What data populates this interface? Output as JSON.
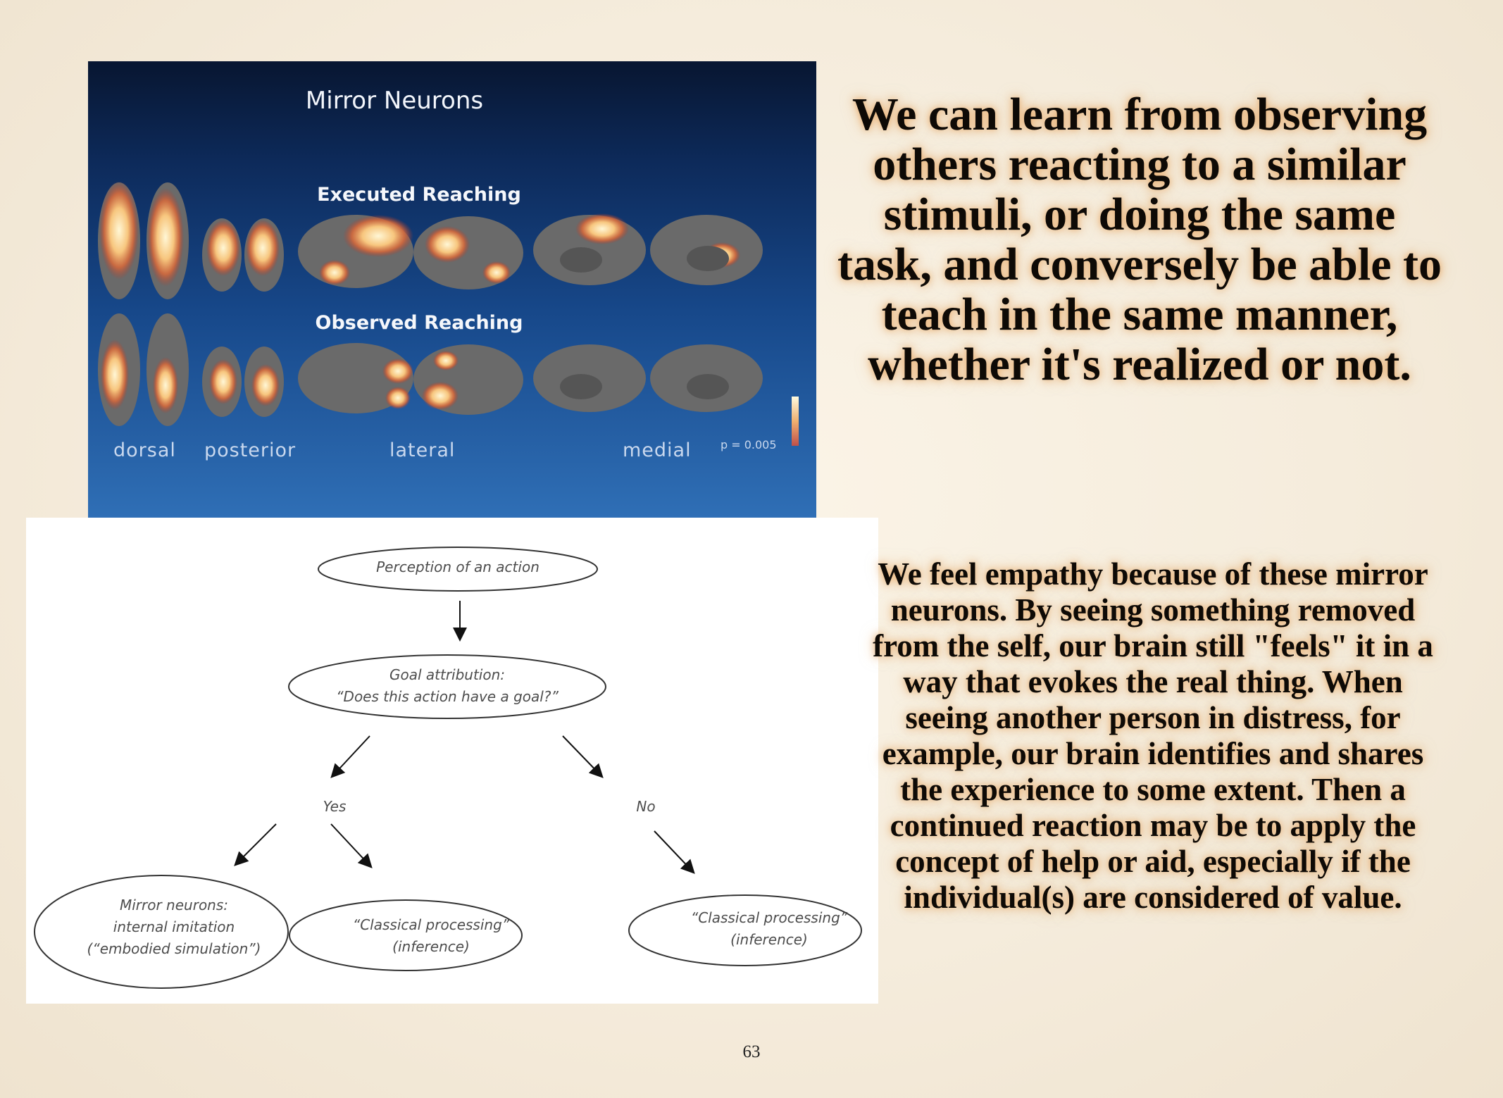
{
  "mirror_figure": {
    "title": "Mirror Neurons",
    "row_labels": [
      "Executed Reaching",
      "Observed Reaching"
    ],
    "view_labels": [
      "dorsal",
      "posterior",
      "lateral",
      "medial"
    ],
    "p_value_label": "p = 0.005"
  },
  "flowchart": {
    "perception": "Perception of an action",
    "goal_line1": "Goal attribution:",
    "goal_line2": "“Does this action have a goal?”",
    "yes_label": "Yes",
    "no_label": "No",
    "mirror_line1": "Mirror neurons:",
    "mirror_line2": "internal imitation",
    "mirror_line3": "(“embodied simulation”)",
    "classical_left_line1": "“Classical processing”",
    "classical_left_line2": "(inference)",
    "classical_right_line1": "“Classical processing”",
    "classical_right_line2": "(inference)"
  },
  "headline": "We can learn from observing others reacting to a similar stimuli, or doing the same task, and conversely be able to teach in the same manner, whether it's realized or not.",
  "body_text": "We feel empathy because of these mirror neurons.  By seeing something removed from the self, our brain still \"feels\" it in a way that evokes the real thing.  When seeing another person in distress, for example, our brain identifies and shares the experience to some extent.  Then a continued reaction may be to apply the concept of help or aid, especially if the individual(s) are considered of value.",
  "page_number": "63"
}
